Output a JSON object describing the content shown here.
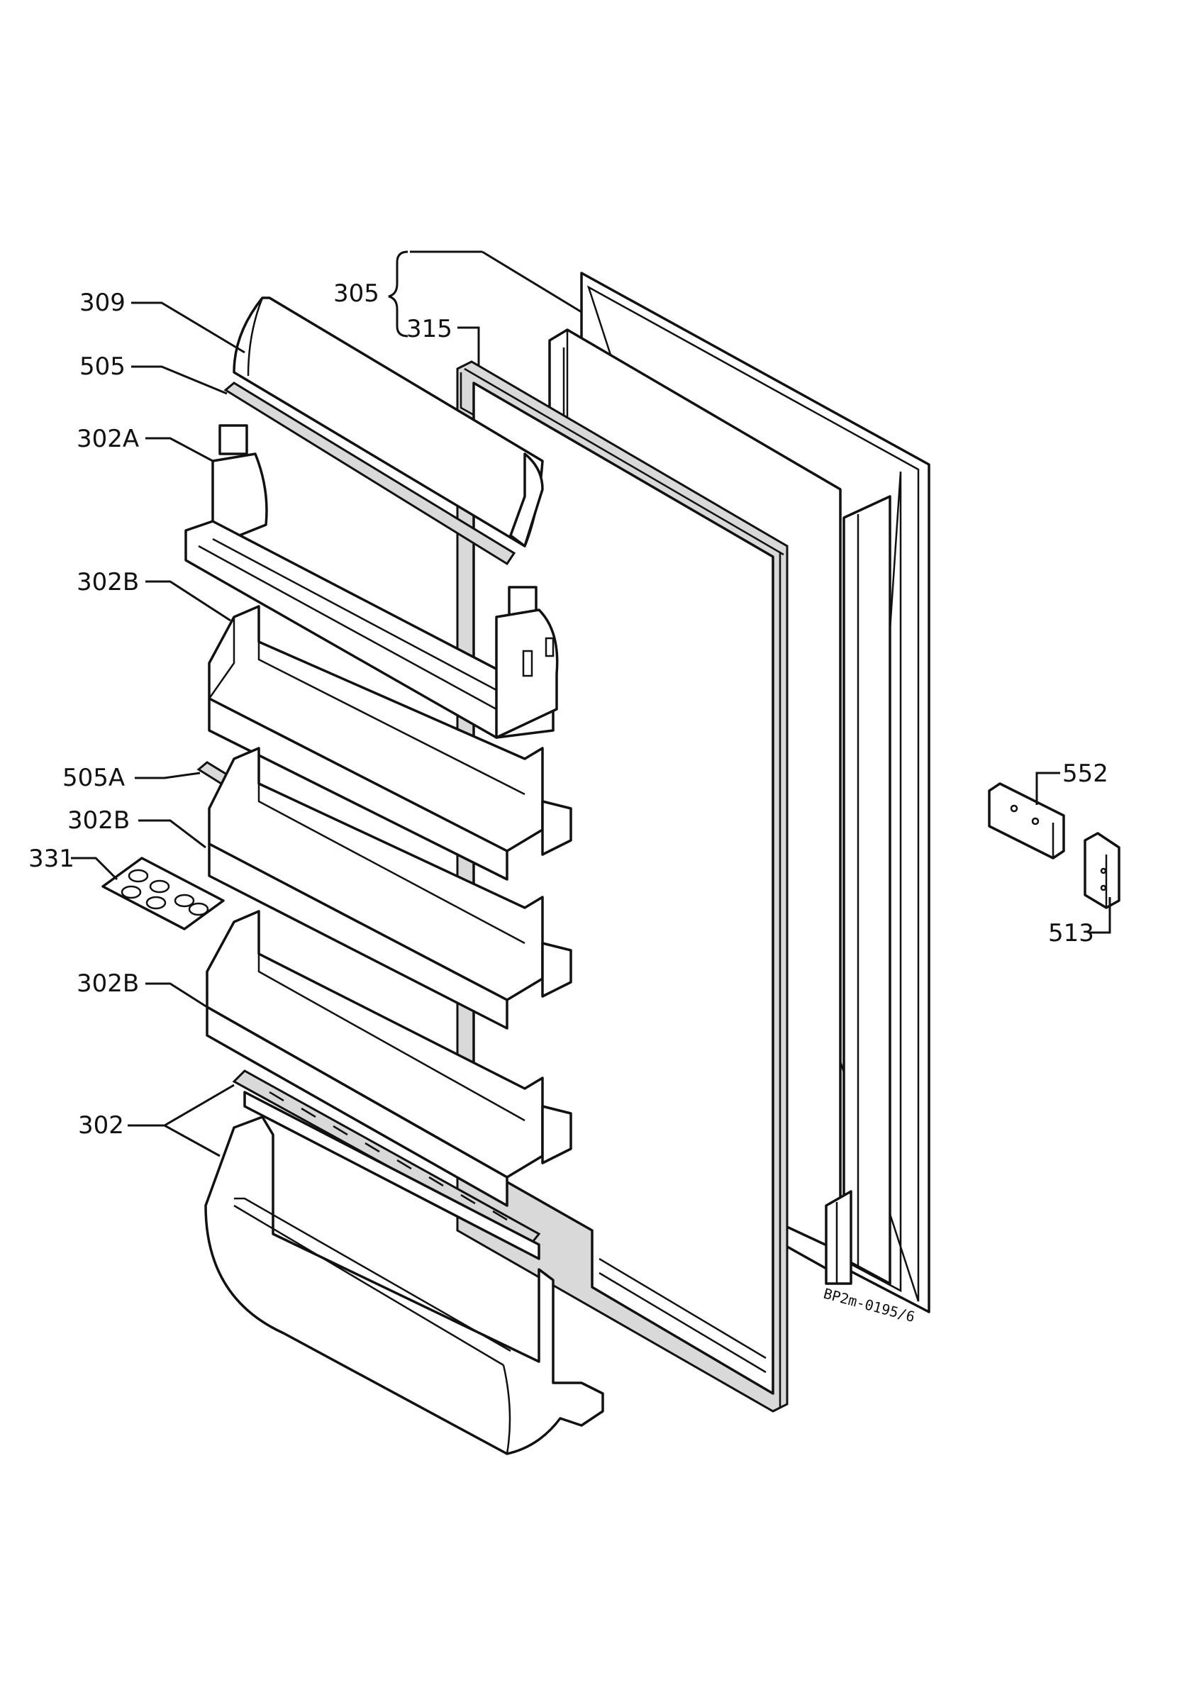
{
  "labels": {
    "l305": "305",
    "l315": "315",
    "l309": "309",
    "l505": "505",
    "l302a": "302A",
    "l302b_1": "302B",
    "l505a": "505A",
    "l302b_2": "302B",
    "l331": "331",
    "l302b_3": "302B",
    "l302": "302",
    "l552": "552",
    "l513": "513"
  },
  "drawing_code": "BP2m-0195/6"
}
